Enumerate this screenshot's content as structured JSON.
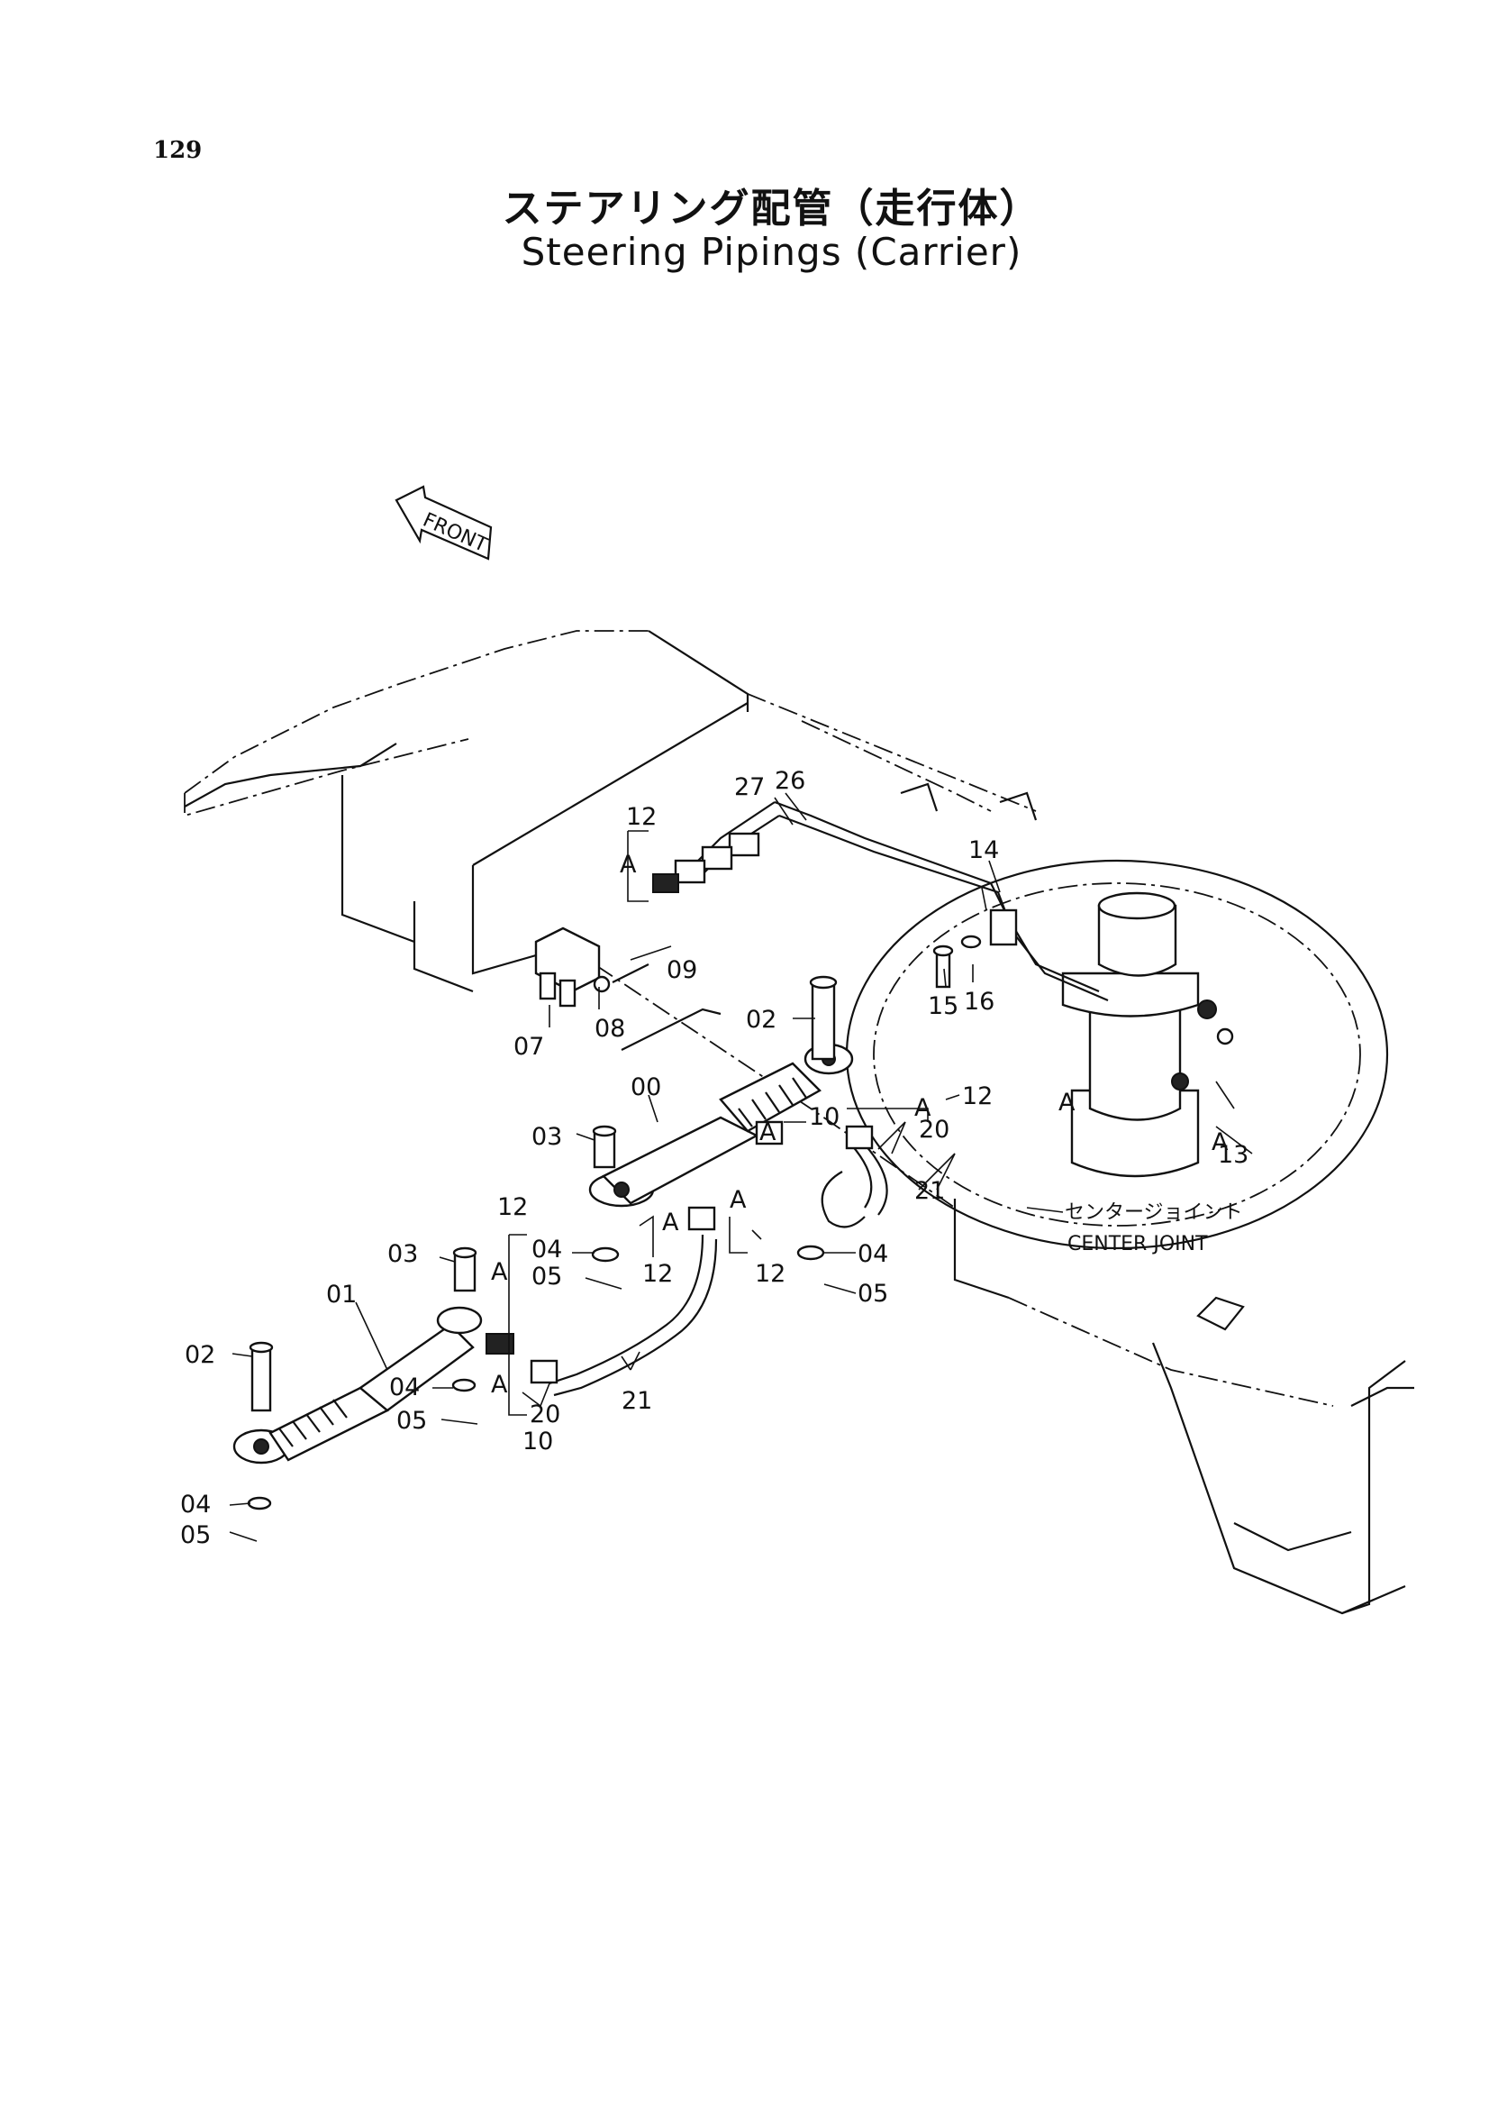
{
  "page_number": "129",
  "title_jp": "ステアリング配管（走行体）",
  "title_en": "Steering Pipings (Carrier)",
  "front_arrow": "FRONT",
  "center_joint_jp": "センタージョイント",
  "center_joint_en": "CENTER JOINT",
  "callouts": {
    "c00": "00",
    "c01": "01",
    "c02a": "02",
    "c02b": "02",
    "c03a": "03",
    "c03b": "03",
    "c04a": "04",
    "c04b": "04",
    "c04c": "04",
    "c04d": "04",
    "c05a": "05",
    "c05b": "05",
    "c05c": "05",
    "c05d": "05",
    "c07": "07",
    "c08": "08",
    "c09": "09",
    "c10a": "10",
    "c10b": "10",
    "c12a": "12",
    "c12b": "12",
    "c12c": "12",
    "c12d": "12",
    "c12e": "12",
    "c13": "13",
    "c14": "14",
    "c15": "15",
    "c16": "16",
    "c20a": "20",
    "c20b": "20",
    "c21a": "21",
    "c21b": "21",
    "c26": "26",
    "c27": "27",
    "a1": "A",
    "a2": "A",
    "a3": "A",
    "a4": "A",
    "a5": "A",
    "a6": "A",
    "a7": "A",
    "a8": "A",
    "a9": "A"
  }
}
